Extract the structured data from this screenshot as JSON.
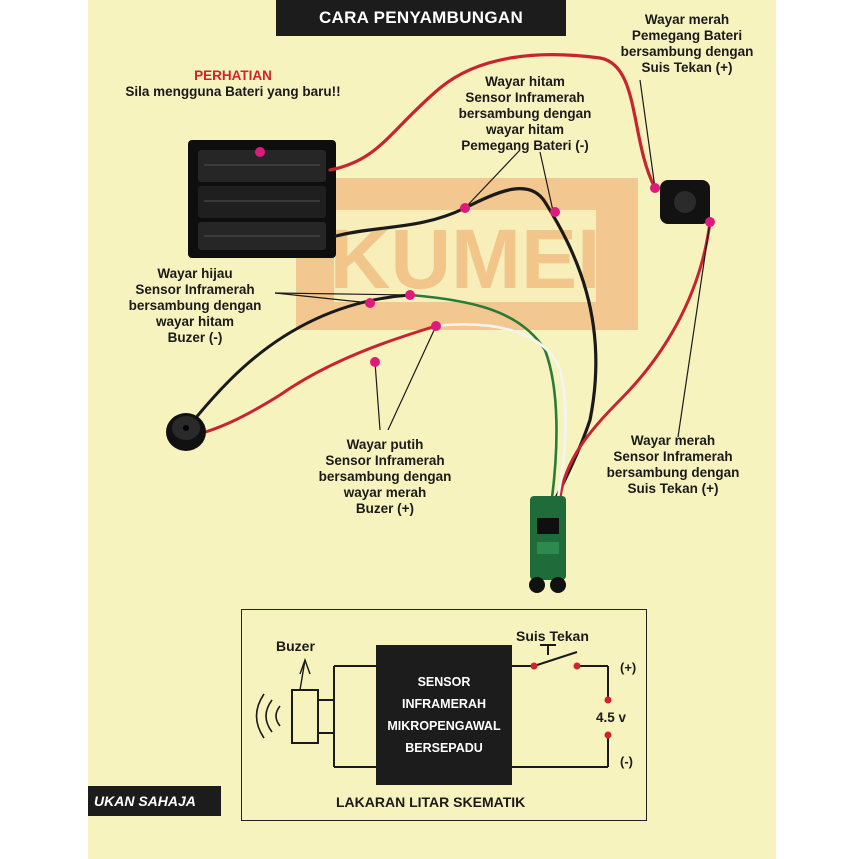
{
  "title": "CARA PENYAMBUNGAN",
  "watermark": "KUMEI",
  "warning": {
    "heading": "PERHATIAN",
    "text": "Sila mengguna Bateri yang baru!!"
  },
  "labels": {
    "red_battery_switch": [
      "Wayar merah",
      "Pemegang Bateri",
      "bersambung dengan",
      "Suis Tekan (+)"
    ],
    "black_sensor_battery": [
      "Wayar hitam",
      "Sensor Inframerah",
      "bersambung dengan",
      "wayar hitam",
      "Pemegang Bateri (-)"
    ],
    "green_sensor_buzzer": [
      "Wayar hijau",
      "Sensor Inframerah",
      "bersambung dengan",
      "wayar hitam",
      "Buzer (-)"
    ],
    "white_sensor_buzzer": [
      "Wayar putih",
      "Sensor Inframerah",
      "bersambung dengan",
      "wayar merah",
      "Buzer (+)"
    ],
    "red_sensor_switch": [
      "Wayar merah",
      "Sensor Inframerah",
      "bersambung dengan",
      "Suis Tekan (+)"
    ]
  },
  "schematic": {
    "ic_lines": [
      "SENSOR",
      "INFRAMERAH",
      "MIKROPENGAWAL",
      "BERSEPADU"
    ],
    "buzzer_label": "Buzer",
    "switch_label": "Suis Tekan",
    "plus": "(+)",
    "minus": "(-)",
    "voltage": "4.5 v",
    "caption": "LAKARAN LITAR SKEMATIK"
  },
  "footer_tag": "UKAN SAHAJA",
  "colors": {
    "background": "#f7f3bf",
    "accent_dot": "#e0197d",
    "warning_red": "#d2232a",
    "watermark": "#f0a66a"
  }
}
